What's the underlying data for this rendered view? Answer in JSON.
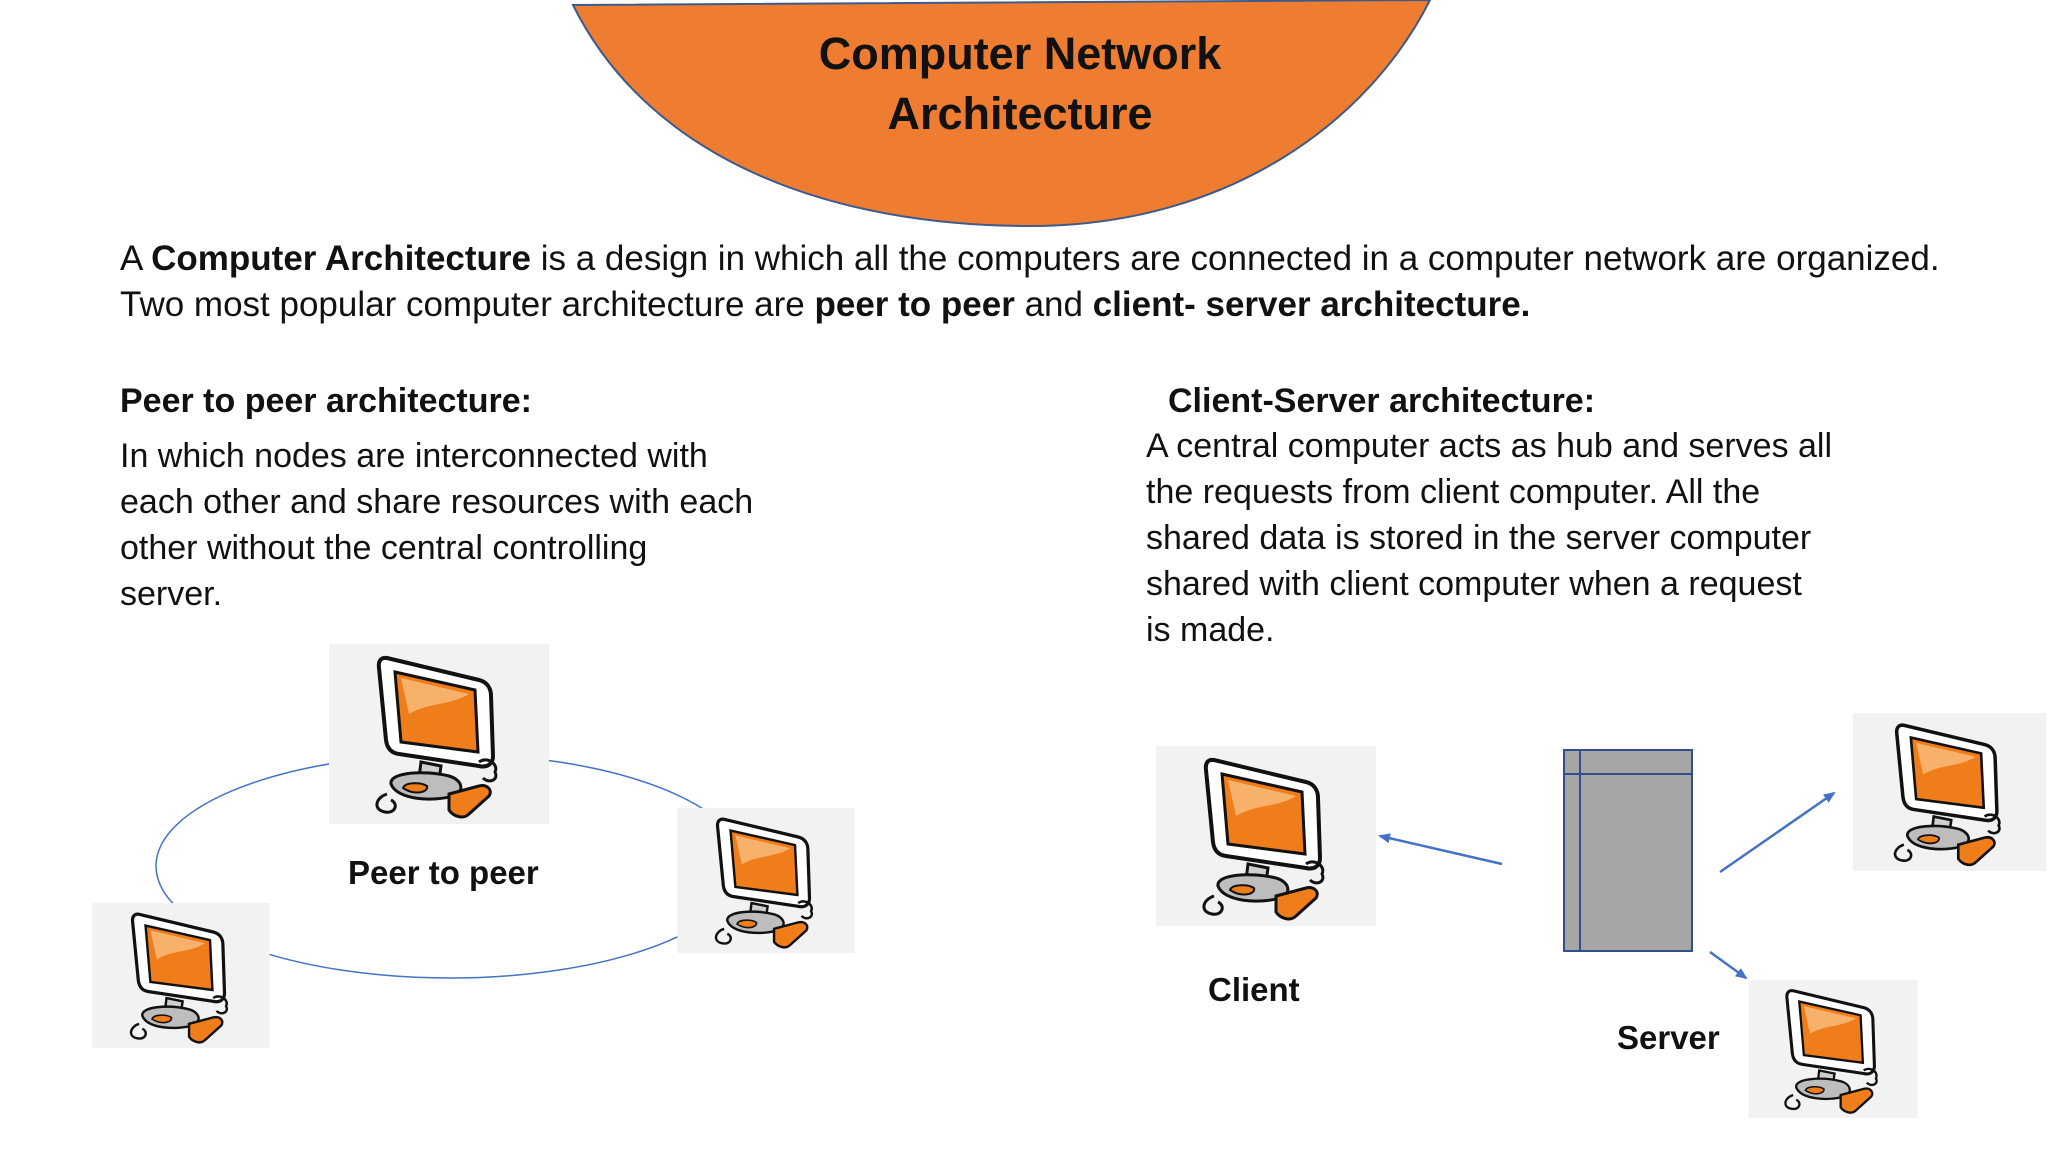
{
  "title": {
    "line1": "Computer Network",
    "line2": "Architecture"
  },
  "intro": {
    "t1": "A ",
    "b1": "Computer Architecture",
    "t2": " is a design in which all the computers are connected in a computer network are organized. Two most popular computer architecture are ",
    "b2": "peer to peer",
    "t3": " and ",
    "b3": "client- server architecture."
  },
  "peer": {
    "heading": "Peer to peer architecture:",
    "lines": [
      "In which nodes are interconnected with",
      "each other and share resources with each",
      "other without the central controlling",
      "server."
    ],
    "diagram_label": "Peer to peer"
  },
  "client_server": {
    "heading": "Client-Server architecture:",
    "lines": [
      "A central computer acts as hub and serves all",
      "the requests from client computer. All the",
      "shared data is stored in the server computer",
      "shared with client computer when a request",
      "is made."
    ],
    "client_label": "Client",
    "server_label": "Server"
  },
  "colors": {
    "accent_orange": "#ee7d32",
    "outline_blue": "#4472c4",
    "server_gray": "#a6a5a6",
    "text": "#111111"
  },
  "icons": [
    "computer-icon",
    "server-icon",
    "arrow-icon"
  ]
}
